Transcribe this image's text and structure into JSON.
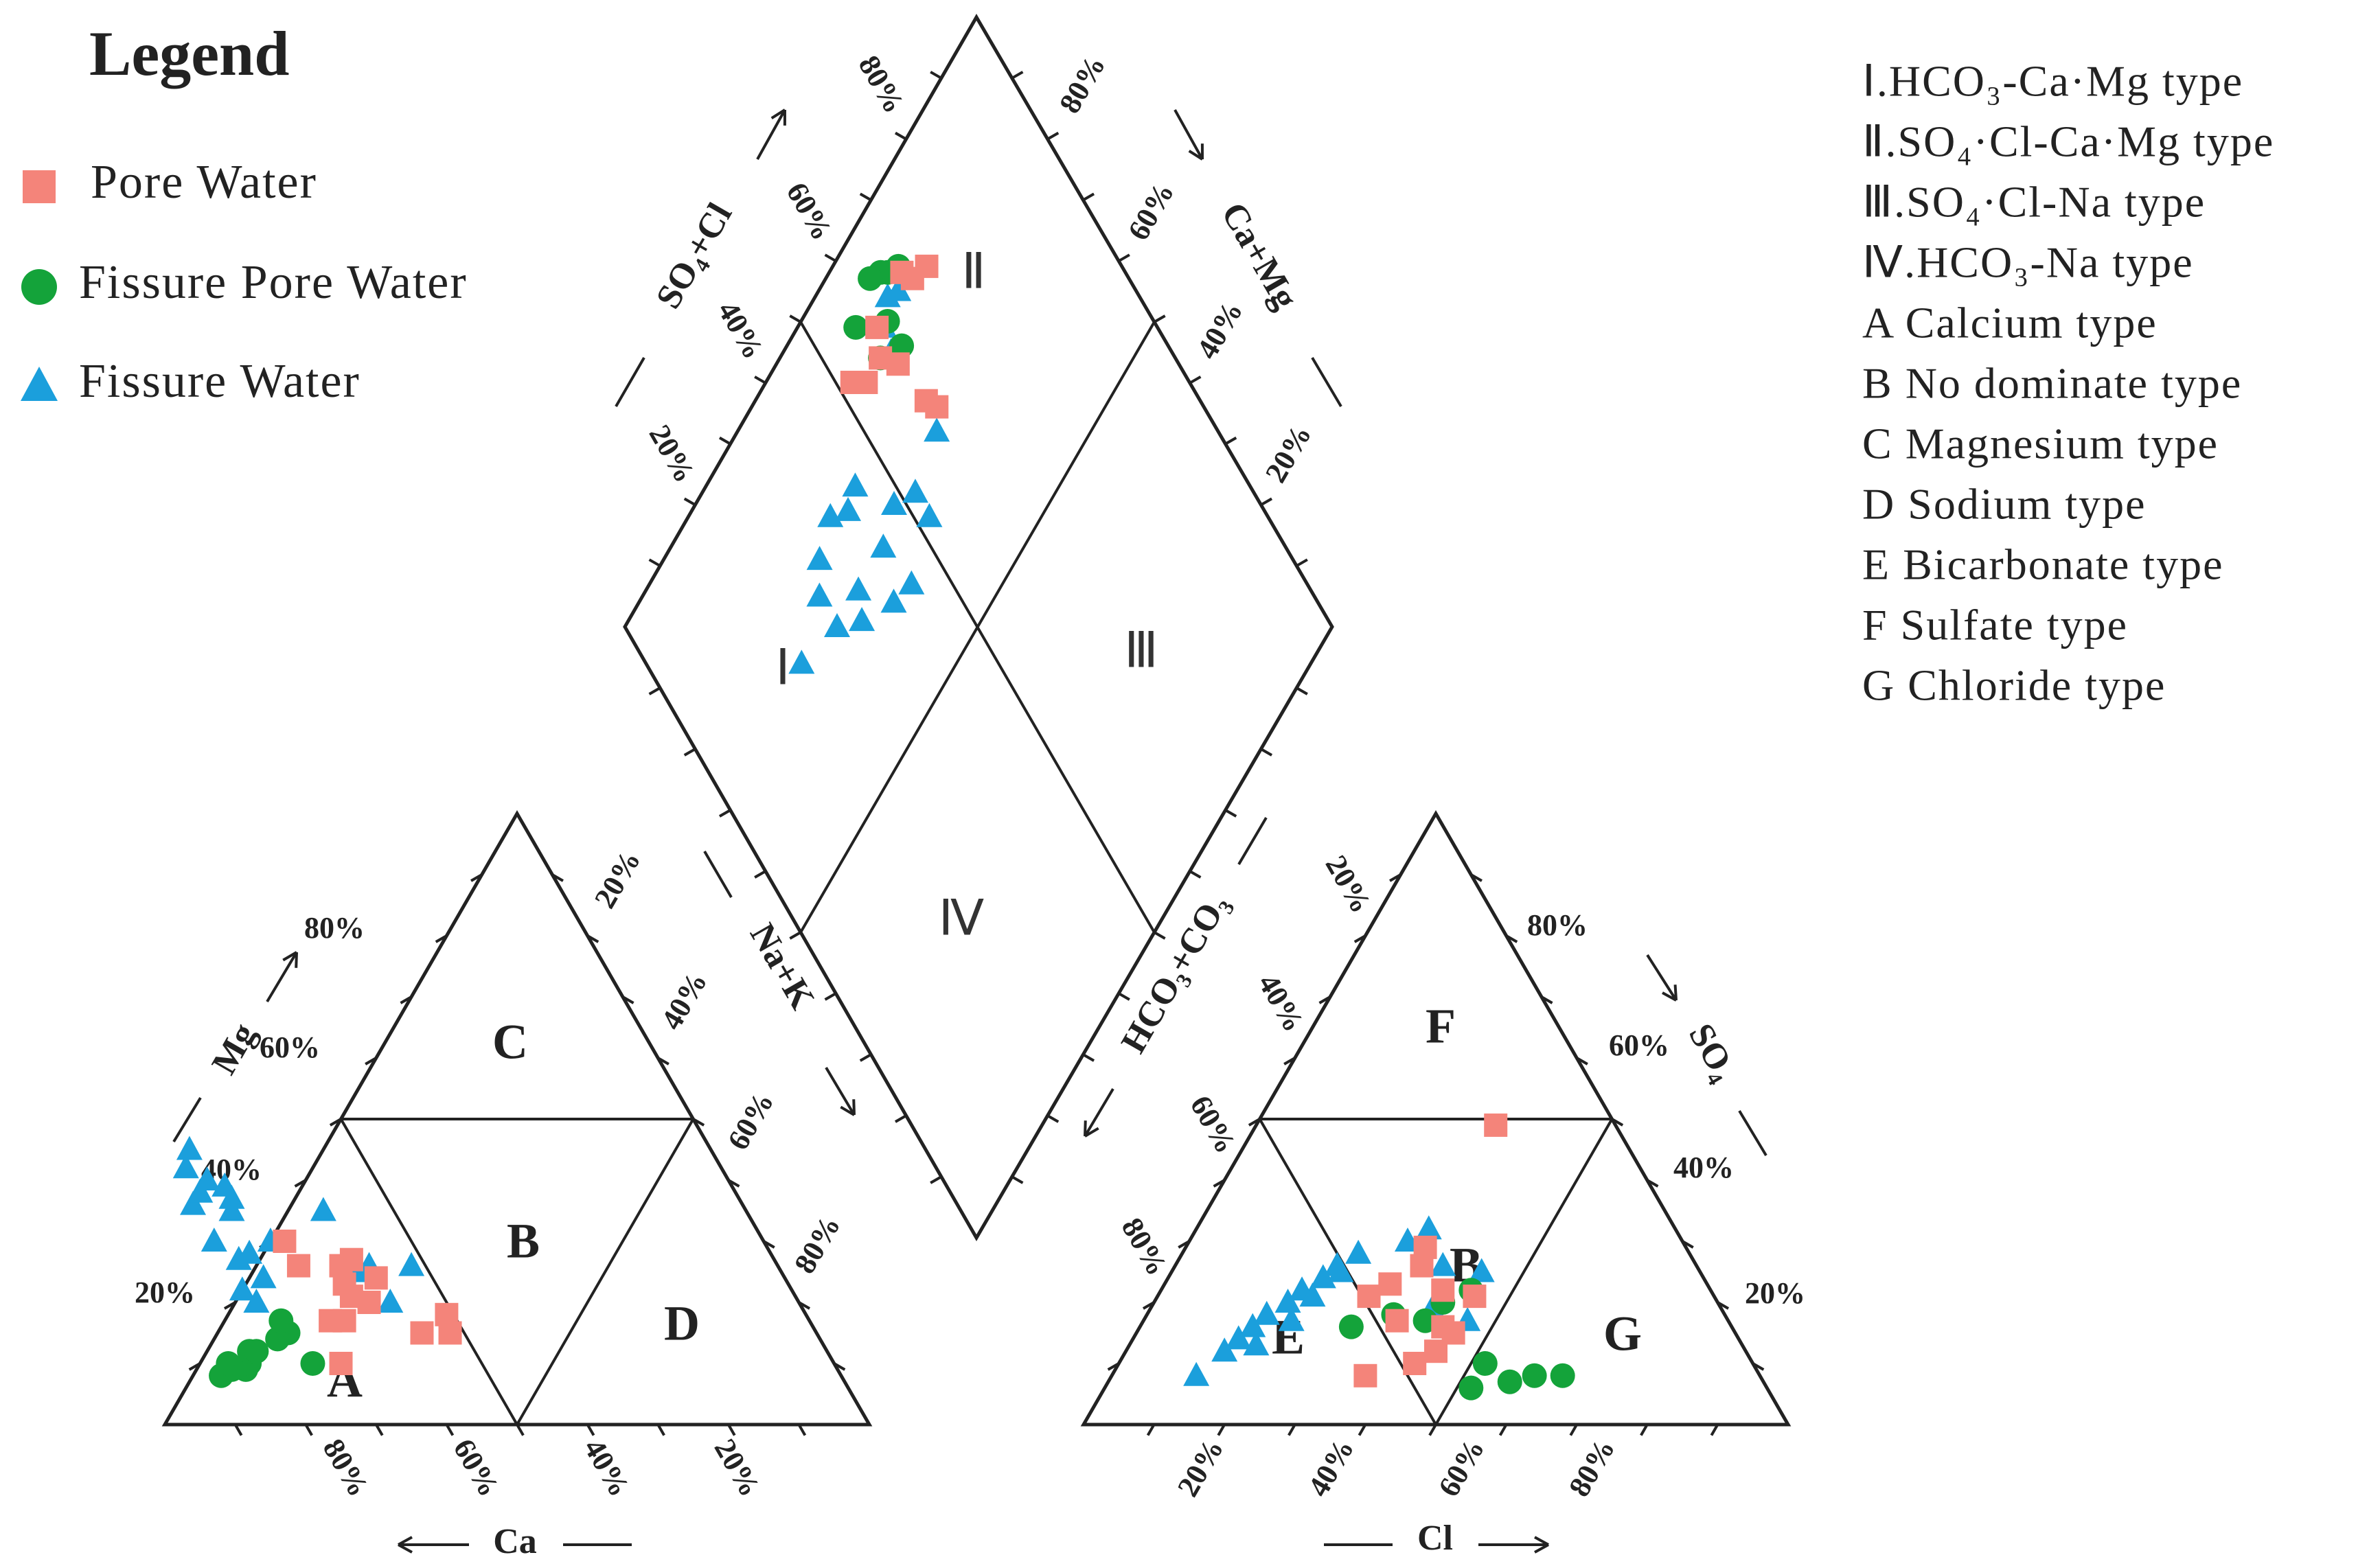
{
  "legend": {
    "title": "Legend",
    "items": [
      {
        "label": "Pore Water",
        "color": "#f4847a",
        "marker": "square"
      },
      {
        "label": "Fissure Pore Water",
        "color": "#14a33a",
        "marker": "circle"
      },
      {
        "label": "Fissure Water",
        "color": "#1b9fdc",
        "marker": "triangle"
      }
    ]
  },
  "classification": [
    "Ⅰ.HCO₃-Ca·Mg type",
    "Ⅱ.SO₄·Cl-Ca·Mg type",
    "Ⅲ.SO₄·Cl-Na type",
    "Ⅳ.HCO₃-Na type",
    "A  Calcium  type",
    "B  No  dominate  type",
    "C  Magnesium  type",
    "D  Sodium  type",
    "E Bicarbonate type",
    "F Sulfate type",
    "G Chloride type"
  ],
  "axes": {
    "cation_ca": "Ca",
    "cation_mg": "Mg",
    "anion_cl": "Cl",
    "anion_so4": "SO₄",
    "diamond_so4cl": "SO₄+Cl",
    "diamond_camg": "Ca+Mg",
    "diamond_nak": "Na+K",
    "diamond_hco3co3": "HCO₃+CO₃"
  },
  "ticks": {
    "cation_mg": [
      "20%",
      "40%",
      "60%",
      "80%"
    ],
    "cation_ca": [
      "80%",
      "60%",
      "40%",
      "20%"
    ],
    "cation_right": [
      "20%",
      "40%",
      "60%",
      "80%"
    ],
    "anion_so4": [
      "20%",
      "40%",
      "60%",
      "80%"
    ],
    "anion_cl": [
      "20%",
      "40%",
      "60%",
      "80%"
    ],
    "anion_left": [
      "20%",
      "40%",
      "60%",
      "80%"
    ],
    "diamond_ul": [
      "20%",
      "40%",
      "60%",
      "80%"
    ],
    "diamond_ur": [
      "80%",
      "60%",
      "40%",
      "20%"
    ]
  },
  "regions": {
    "cation": [
      "A",
      "B",
      "C",
      "D"
    ],
    "anion": [
      "E",
      "B",
      "F",
      "G"
    ],
    "diamond": [
      "Ⅰ",
      "Ⅱ",
      "Ⅲ",
      "Ⅳ"
    ]
  },
  "chart_data": {
    "type": "scatter",
    "diagram": "Piper trilinear",
    "series": [
      {
        "name": "Pore Water",
        "cation_mg_ca": [
          [
            30,
            68
          ],
          [
            26,
            68
          ],
          [
            26,
            62
          ],
          [
            27,
            60
          ],
          [
            23,
            63
          ],
          [
            21,
            63
          ],
          [
            17,
            66
          ],
          [
            20,
            61
          ],
          [
            24,
            58
          ],
          [
            15,
            56
          ],
          [
            15,
            52
          ],
          [
            18,
            51
          ],
          [
            17,
            68
          ],
          [
            10,
            70
          ]
        ],
        "anion_so4_cl": [
          [
            49,
            34
          ],
          [
            21,
            30
          ],
          [
            23,
            32
          ],
          [
            26,
            35
          ],
          [
            29,
            34
          ],
          [
            17,
            36
          ],
          [
            16,
            43
          ],
          [
            15,
            45
          ],
          [
            22,
            40
          ],
          [
            8,
            36
          ],
          [
            10,
            42
          ],
          [
            12,
            44
          ],
          [
            21,
            45
          ]
        ],
        "diamond_so4cl_camg": [
          [
            52,
            88
          ],
          [
            54,
            86
          ],
          [
            60,
            89
          ],
          [
            68,
            90
          ],
          [
            69,
            88
          ],
          [
            58,
            86
          ],
          [
            72,
            87
          ],
          [
            61,
            76
          ],
          [
            62,
            74
          ],
          [
            60,
            83
          ]
        ]
      },
      {
        "name": "Fissure Pore Water",
        "cation_mg_ca": [
          [
            8,
            88
          ],
          [
            9,
            86
          ],
          [
            10,
            86
          ],
          [
            9,
            84
          ],
          [
            10,
            83
          ],
          [
            12,
            82
          ],
          [
            12,
            81
          ],
          [
            14,
            77
          ],
          [
            15,
            75
          ],
          [
            10,
            74
          ],
          [
            17,
            75
          ]
        ],
        "anion_so4_cl": [
          [
            16,
            30
          ],
          [
            18,
            35
          ],
          [
            20,
            41
          ],
          [
            22,
            44
          ],
          [
            17,
            40
          ],
          [
            6,
            52
          ],
          [
            7,
            57
          ],
          [
            8,
            60
          ],
          [
            8,
            64
          ],
          [
            10,
            52
          ]
        ],
        "diamond_so4cl_camg": [
          [
            66,
            92
          ],
          [
            68,
            91
          ],
          [
            62,
            88
          ],
          [
            65,
            93
          ],
          [
            62,
            84
          ],
          [
            58,
            86
          ],
          [
            57,
            92
          ],
          [
            63,
            94
          ]
        ]
      },
      {
        "name": "Fissure Water",
        "cation_mg_ca": [
          [
            45,
            74
          ],
          [
            42,
            76
          ],
          [
            40,
            74
          ],
          [
            39,
            72
          ],
          [
            36,
            78
          ],
          [
            38,
            76
          ],
          [
            37,
            72
          ],
          [
            35,
            73
          ],
          [
            30,
            78
          ],
          [
            28,
            74
          ],
          [
            30,
            70
          ],
          [
            27,
            76
          ],
          [
            22,
            78
          ],
          [
            24,
            74
          ],
          [
            20,
            77
          ],
          [
            35,
            60
          ],
          [
            26,
            58
          ],
          [
            20,
            58
          ],
          [
            26,
            52
          ],
          [
            25,
            60
          ]
        ],
        "anion_so4_cl": [
          [
            8,
            12
          ],
          [
            12,
            14
          ],
          [
            14,
            15
          ],
          [
            16,
            16
          ],
          [
            18,
            17
          ],
          [
            20,
            19
          ],
          [
            22,
            20
          ],
          [
            24,
            22
          ],
          [
            26,
            23
          ],
          [
            28,
            25
          ],
          [
            13,
            18
          ],
          [
            17,
            21
          ],
          [
            21,
            22
          ],
          [
            25,
            24
          ],
          [
            30,
            31
          ],
          [
            32,
            33
          ],
          [
            26,
            38
          ],
          [
            19,
            40
          ],
          [
            25,
            44
          ],
          [
            17,
            46
          ]
        ],
        "diamond_so4cl_camg": [
          [
            22,
            72
          ],
          [
            30,
            75
          ],
          [
            33,
            78
          ],
          [
            38,
            80
          ],
          [
            41,
            78
          ],
          [
            44,
            79
          ],
          [
            36,
            70
          ],
          [
            30,
            70
          ],
          [
            34,
            67
          ],
          [
            40,
            64
          ],
          [
            44,
            63
          ],
          [
            48,
            72
          ],
          [
            52,
            70
          ],
          [
            52,
            66
          ],
          [
            43,
            70
          ],
          [
            60,
            85
          ],
          [
            61,
            88
          ],
          [
            64,
            90
          ],
          [
            66,
            89
          ],
          [
            60,
            72
          ]
        ]
      }
    ]
  }
}
